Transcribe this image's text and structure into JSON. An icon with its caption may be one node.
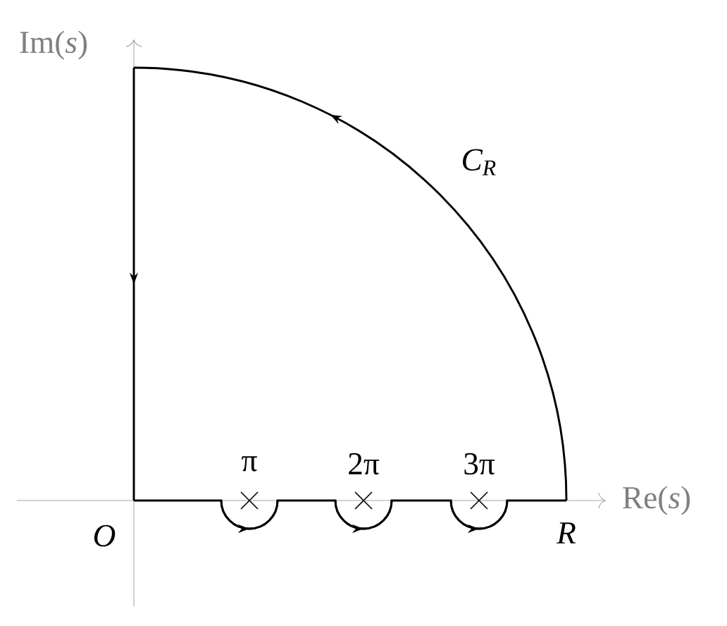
{
  "diagram": {
    "labels": [
      "Im(*s*)",
      "*C*$_{R}$",
      "π",
      "2π",
      "3π",
      "Re(*s*)",
      "*O*",
      "*R*"
    ]
  }
}
